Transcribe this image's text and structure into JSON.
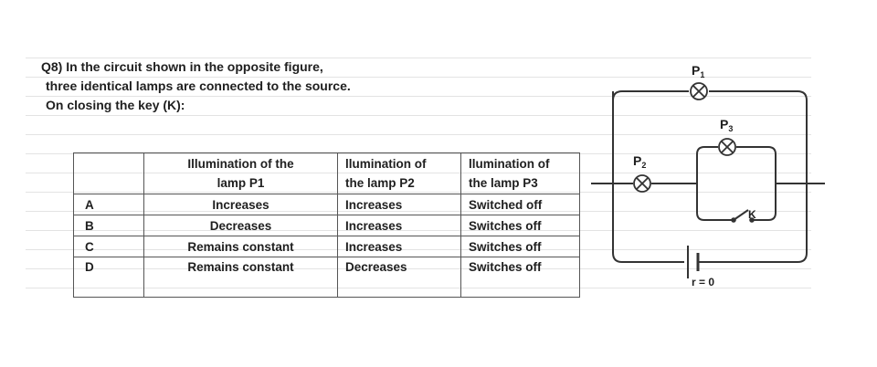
{
  "question": {
    "line1": "Q8) In the circuit shown in the opposite figure,",
    "line2": "three identical lamps are connected to the source.",
    "line3": "On closing the key (K):"
  },
  "table": {
    "headers": {
      "c1": [
        "Illumination of the",
        "lamp P1"
      ],
      "c2": [
        "llumination of",
        "the lamp P2"
      ],
      "c3": [
        "llumination of",
        "the lamp P3"
      ]
    },
    "rows": [
      {
        "option": "A",
        "p1": "Increases",
        "p2": "Increases",
        "p3": "Switched off"
      },
      {
        "option": "B",
        "p1": "Decreases",
        "p2": "Increases",
        "p3": "Switches off"
      },
      {
        "option": "C",
        "p1": "Remains constant",
        "p2": "Increases",
        "p3": "Switches off"
      },
      {
        "option": "D",
        "p1": "Remains constant",
        "p2": "Decreases",
        "p3": "Switches off"
      }
    ]
  },
  "circuit": {
    "lamp1": {
      "label": "P",
      "sub": "1"
    },
    "lamp2": {
      "label": "P",
      "sub": "2"
    },
    "lamp3": {
      "label": "P",
      "sub": "3"
    },
    "key_label": "K",
    "battery_label": "r = 0"
  }
}
